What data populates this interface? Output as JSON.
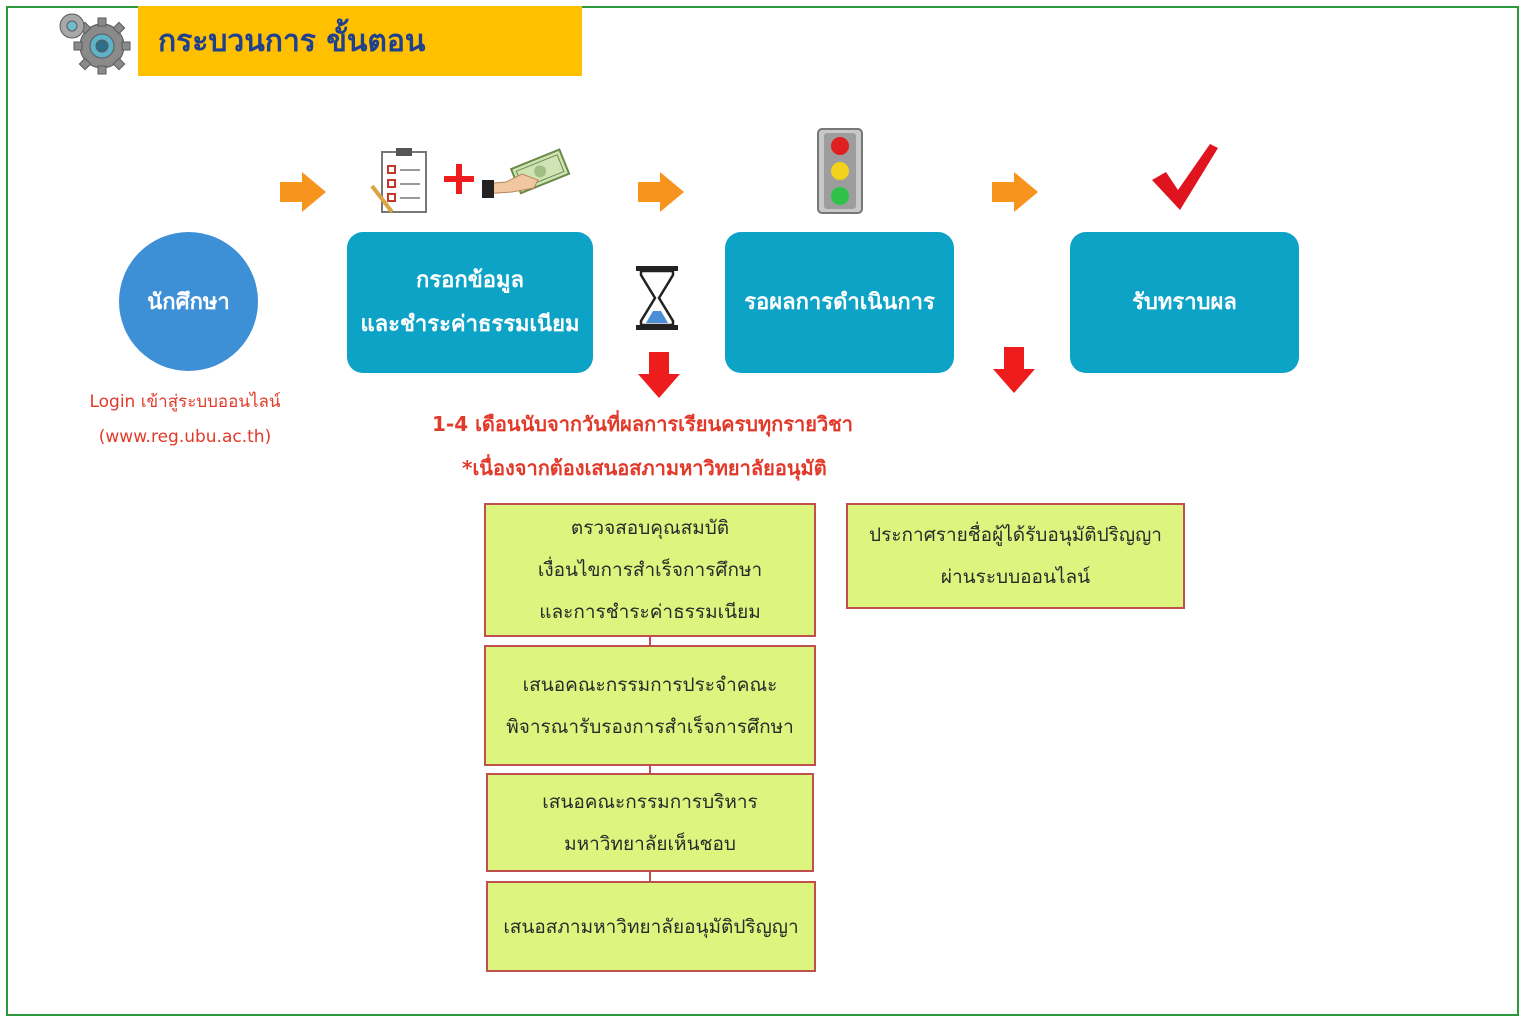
{
  "header": {
    "title": "กระบวนการ ขั้นตอน"
  },
  "colors": {
    "title_bar": "#ffc000",
    "title_text": "#1f3f8f",
    "process_box": "#0ca3c7",
    "student_circle": "#3d8fd6",
    "note_text": "#e23a2a",
    "step_box": "#ddf57e",
    "step_border": "#c0504d",
    "frame": "#2a9a3a",
    "orange_arrow": "#f7941d",
    "red_arrow": "#ee1c1c"
  },
  "student": {
    "label": "นักศึกษา",
    "login_line1": "Login เข้าสู่ระบบออนไลน์",
    "login_line2": "(www.reg.ubu.ac.th)"
  },
  "process": {
    "fill_form": {
      "line1": "กรอกข้อมูล",
      "line2": "และชำระค่าธรรมเนียม"
    },
    "wait": "รอผลการดำเนินการ",
    "result": "รับทราบผล"
  },
  "notes": {
    "duration": "1-4 เดือนนับจากวันที่ผลการเรียนครบทุกรายวิชา",
    "reason": "*เนื่องจากต้องเสนอสภามหาวิทยาลัยอนุมัติ"
  },
  "steps": [
    {
      "line1": "ตรวจสอบคุณสมบัติ",
      "line2": "เงื่อนไขการสำเร็จการศึกษา",
      "line3": "และการชำระค่าธรรมเนียม"
    },
    {
      "line1": "เสนอคณะกรรมการประจำคณะ",
      "line2": "พิจารณารับรองการสำเร็จการศึกษา"
    },
    {
      "line1": "เสนอคณะกรรมการบริหาร",
      "line2": "มหาวิทยาลัยเห็นชอบ"
    },
    {
      "line1": "เสนอสภามหาวิทยาลัยอนุมัติปริญญา"
    }
  ],
  "announcement": {
    "line1": "ประกาศรายชื่อผู้ได้รับอนุมัติปริญญา",
    "line2": "ผ่านระบบออนไลน์"
  },
  "icons": [
    "gears-icon",
    "checklist-icon",
    "plus-icon",
    "money-hand-icon",
    "hourglass-icon",
    "traffic-light-icon",
    "checkmark-icon",
    "orange-arrow-right-icon",
    "red-arrow-down-icon"
  ]
}
